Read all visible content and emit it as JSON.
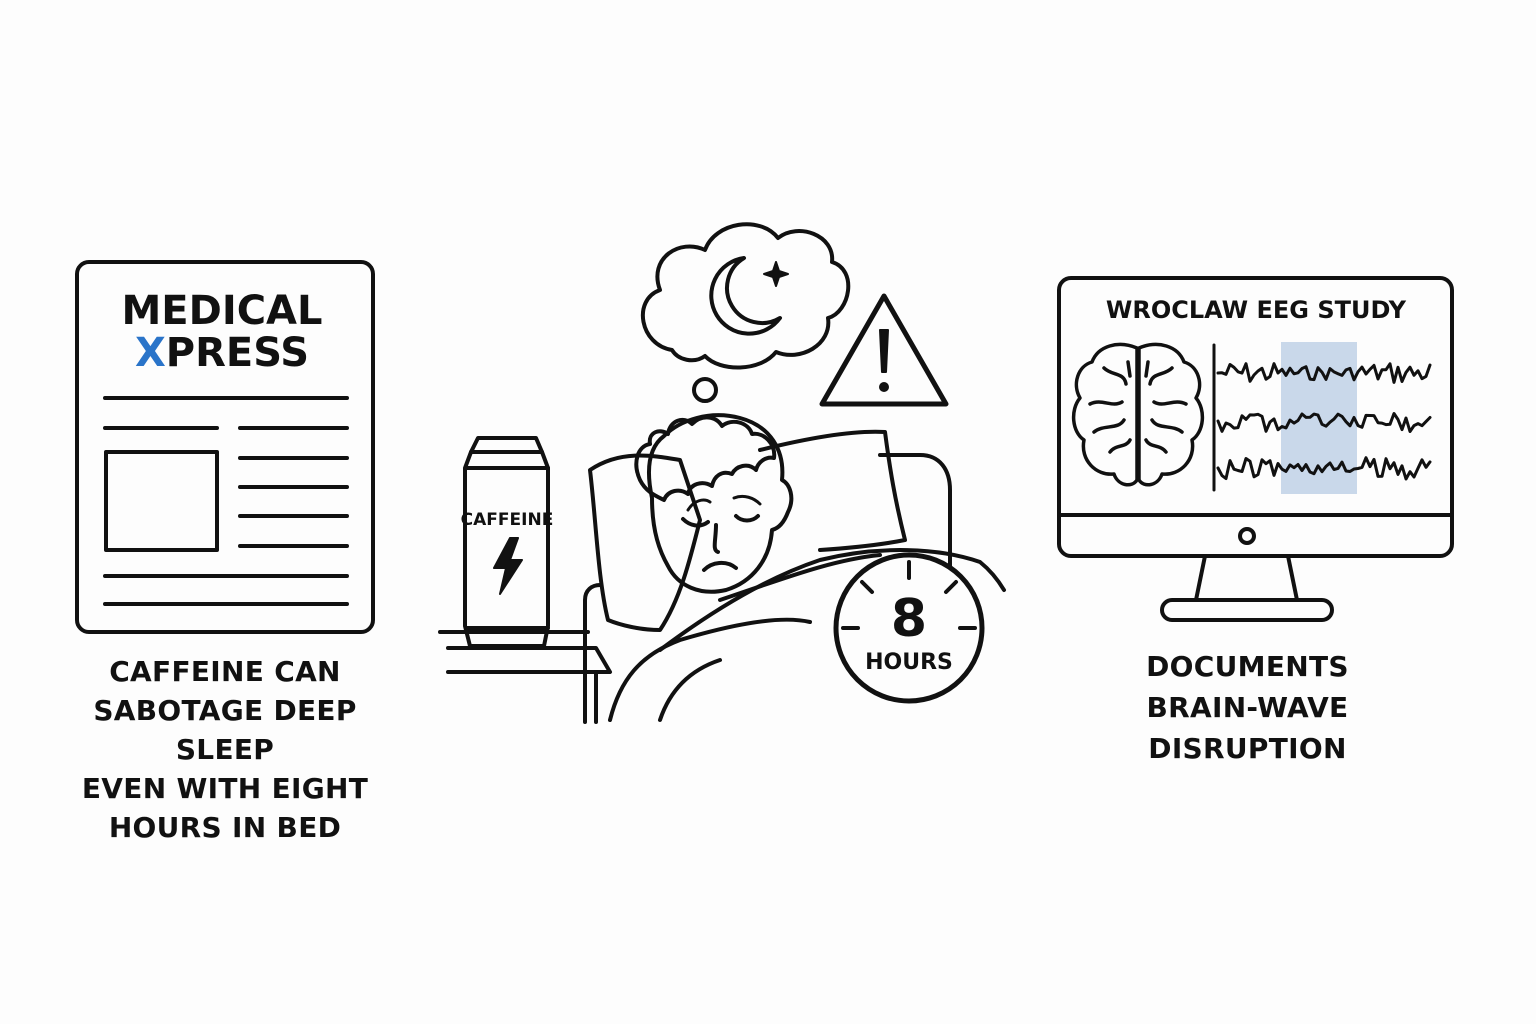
{
  "colors": {
    "ink": "#111111",
    "brand_blue": "#2a74c9",
    "eeg_highlight": "#c9d8ea",
    "paper": "#fdfdfd"
  },
  "newspaper": {
    "masthead_line1": "MEDICAL",
    "masthead_x": "X",
    "masthead_rest": "PRESS",
    "headline_lines": [
      "CAFFEINE CAN",
      "SABOTAGE DEEP SLEEP",
      "EVEN WITH EIGHT",
      "HOURS IN BED"
    ]
  },
  "scene": {
    "can_label": "CAFFEINE",
    "clock_number": "8",
    "clock_unit": "HOURS",
    "icons": [
      "thought-cloud-icon",
      "moon-icon",
      "star-icon",
      "warning-icon",
      "lightning-icon",
      "clock-icon"
    ]
  },
  "monitor": {
    "title": "WROCLAW EEG STUDY",
    "caption_lines": [
      "DOCUMENTS",
      "BRAIN-WAVE",
      "DISRUPTION"
    ]
  }
}
